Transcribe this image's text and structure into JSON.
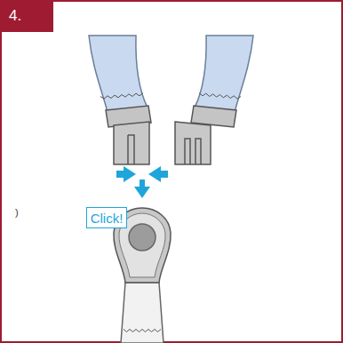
{
  "diagram": {
    "nodes": [
      {
        "text": [
          "4."
        ]
      },
      {
        "text": [
          "Click!"
        ]
      }
    ],
    "labels": [
      ")"
    ]
  }
}
